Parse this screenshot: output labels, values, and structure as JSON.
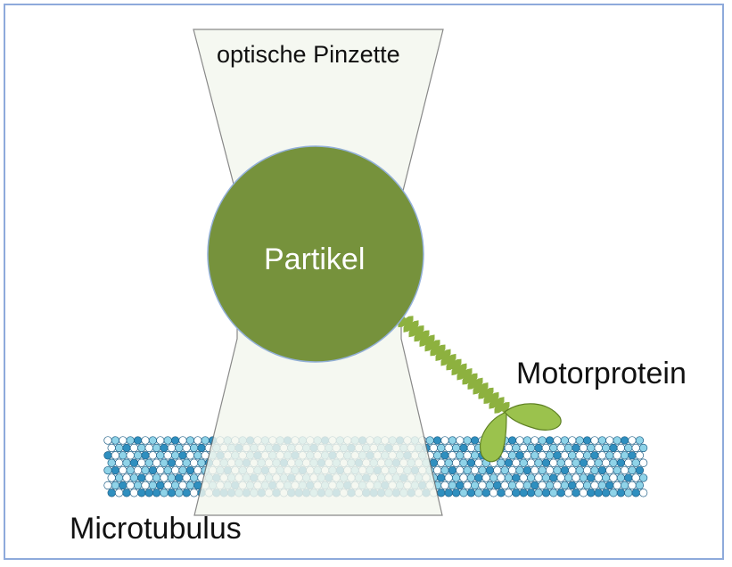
{
  "labels": {
    "optical_tweezer": "optische Pinzette",
    "particle": "Partikel",
    "motor_protein": "Motorprotein",
    "microtubule": "Microtubulus"
  },
  "colors": {
    "frame": "#8eaadb",
    "beam_fill": "#f3f7ee",
    "beam_stroke": "#6f6f6f",
    "particle": "#76923c",
    "spring": "#8db13f",
    "motor_head": "#9bc24d",
    "tubulin_white": "#ffffff",
    "tubulin_light": "#8fd3e8",
    "tubulin_dark": "#2f8fbf",
    "tubulin_outline": "#1f5f86"
  }
}
